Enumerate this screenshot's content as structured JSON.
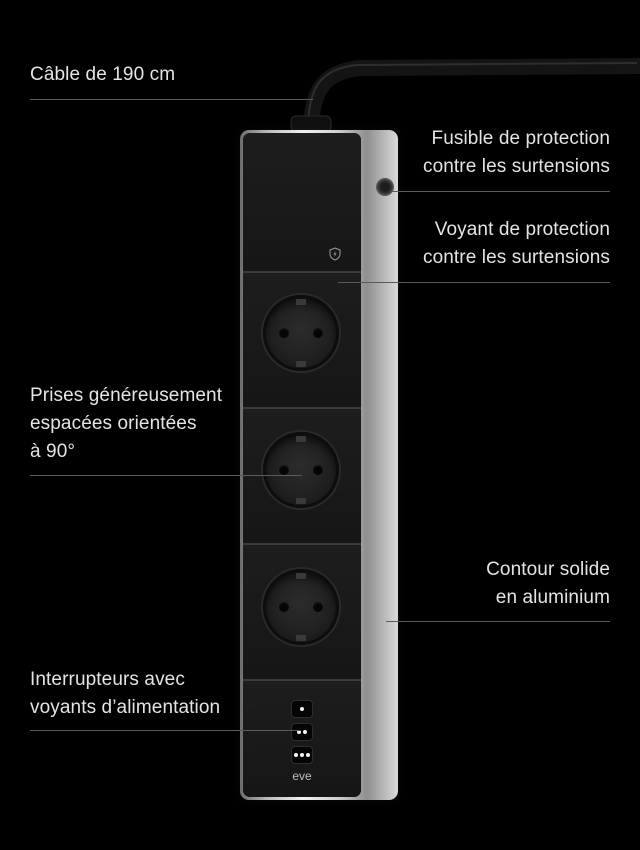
{
  "callouts": {
    "cable": {
      "lines": [
        "Câble de 190 cm"
      ]
    },
    "fuse": {
      "lines": [
        "Fusible de protection",
        "contre les surtensions"
      ]
    },
    "indicator": {
      "lines": [
        "Voyant de protection",
        "contre les surtensions"
      ]
    },
    "sockets": {
      "lines": [
        "Prises généreusement",
        "espacées orientées",
        "à 90°"
      ]
    },
    "frame": {
      "lines": [
        "Contour solide",
        "en aluminium"
      ]
    },
    "switches": {
      "lines": [
        "Interrupteurs avec",
        "voyants d’alimentation"
      ]
    }
  },
  "product": {
    "brand": "eve",
    "socket_count": 3,
    "switch_dots": [
      1,
      2,
      3
    ]
  },
  "colors": {
    "background": "#000000",
    "text": "#e4e4e4",
    "leader_line": "#5a5a5a",
    "face": "#1a1a1a"
  }
}
